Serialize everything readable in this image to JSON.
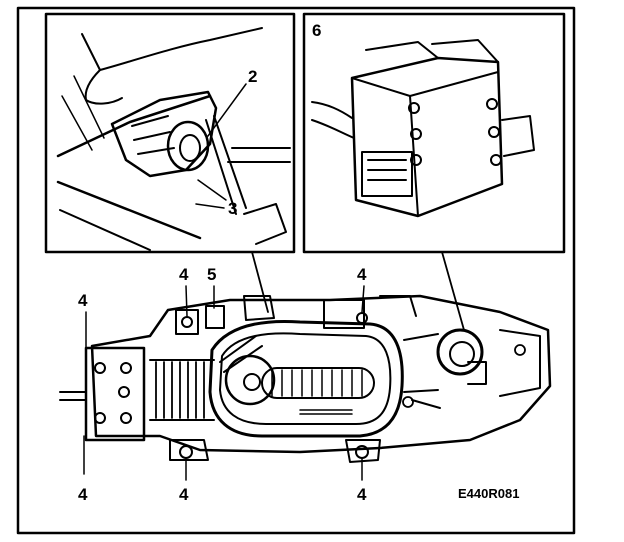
{
  "figure": {
    "reference_code": "E440R081",
    "detail_left": {
      "callouts": {
        "c2": "2",
        "c3": "3"
      }
    },
    "detail_right": {
      "callouts": {
        "c6": "6"
      }
    },
    "main_view": {
      "callouts": {
        "c4_left": "4",
        "c4_top_a": "4",
        "c5": "5",
        "c4_top_b": "4",
        "c4_bottom_left": "4",
        "c4_bottom_a": "4",
        "c4_bottom_b": "4"
      }
    }
  },
  "colors": {
    "ink": "#000000",
    "paper": "#ffffff"
  }
}
